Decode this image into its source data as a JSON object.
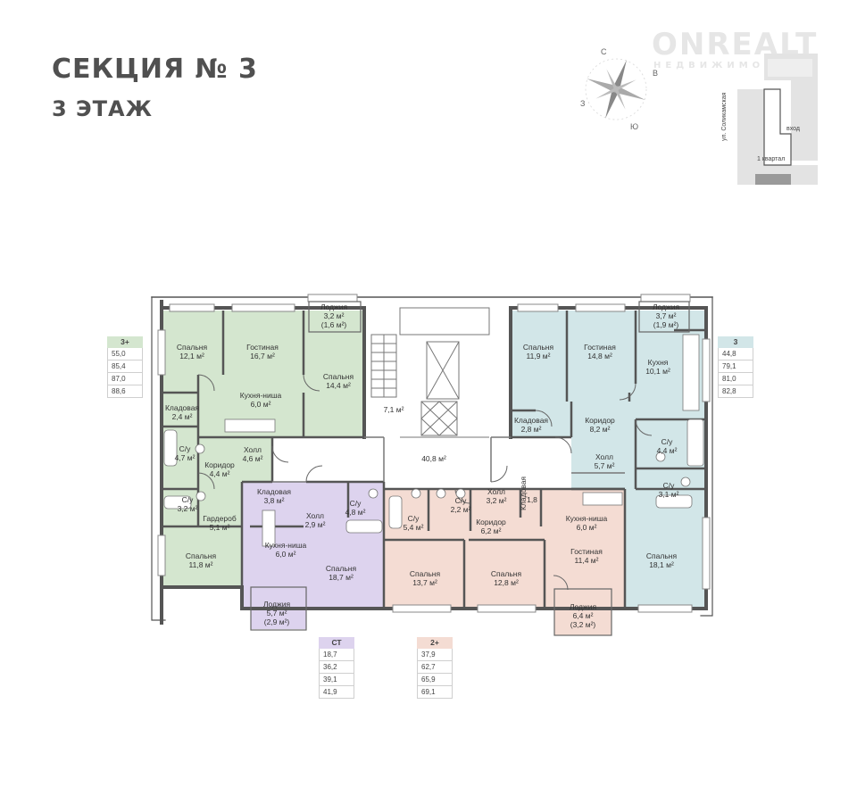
{
  "header": {
    "title": "СЕКЦИЯ № 3",
    "subtitle": "3 ЭТАЖ"
  },
  "watermark": {
    "main": "ONREALT",
    "sub": "НЕДВИЖИМОСТЬ"
  },
  "compass": {
    "north": "С",
    "east": "В",
    "south": "Ю",
    "west": "З"
  },
  "site_map": {
    "street": "ул. Соликамская",
    "entrance": "вход",
    "block": "1 квартал"
  },
  "rooms": [
    {
      "name": "Спальня",
      "area": "12,1 м²"
    },
    {
      "name": "Гостиная",
      "area": "16,7 м²"
    },
    {
      "name": "Лоджия",
      "area": "3,2 м²",
      "extra": "(1,6 м²)"
    },
    {
      "name": "Спальня",
      "area": "14,4 м²"
    },
    {
      "name": "Кухня-ниша",
      "area": "6,0 м²"
    },
    {
      "name": "Кладовая",
      "area": "2,4 м²"
    },
    {
      "name": "С/у",
      "area": "4,7 м²"
    },
    {
      "name": "Холл",
      "area": "4,6 м²"
    },
    {
      "name": "Коридор",
      "area": "4,4 м²"
    },
    {
      "name": "С/у",
      "area": "3,2 м²"
    },
    {
      "name": "Гардероб",
      "area": "5,1 м²"
    },
    {
      "name": "Спальня",
      "area": "11,8 м²"
    },
    {
      "name": "",
      "area": "7,1 м²"
    },
    {
      "name": "",
      "area": "40,8 м²"
    },
    {
      "name": "Кладовая",
      "area": "3,8 м²"
    },
    {
      "name": "С/у",
      "area": "4,8 м²"
    },
    {
      "name": "Холл",
      "area": "2,9 м²"
    },
    {
      "name": "Кухня-ниша",
      "area": "6,0 м²"
    },
    {
      "name": "Спальня",
      "area": "18,7 м²"
    },
    {
      "name": "Лоджия",
      "area": "5,7 м²",
      "extra": "(2,9 м²)"
    },
    {
      "name": "С/у",
      "area": "5,4 м²"
    },
    {
      "name": "С/у",
      "area": "2,2 м²"
    },
    {
      "name": "Холл",
      "area": "3,2 м²"
    },
    {
      "name": "Коридор",
      "area": "6,2 м²"
    },
    {
      "name": "Кладовая",
      "area": ""
    },
    {
      "name": "",
      "area": "1,8"
    },
    {
      "name": "Кухня-ниша",
      "area": "6,0 м²"
    },
    {
      "name": "Гостиная",
      "area": "11,4 м²"
    },
    {
      "name": "Спальня",
      "area": "13,7 м²"
    },
    {
      "name": "Спальня",
      "area": "12,8 м²"
    },
    {
      "name": "Лоджия",
      "area": "6,4 м²",
      "extra": "(3,2 м²)"
    },
    {
      "name": "Спальня",
      "area": "11,9 м²"
    },
    {
      "name": "Гостиная",
      "area": "14,8 м²"
    },
    {
      "name": "Лоджия",
      "area": "3,7 м²",
      "extra": "(1,9 м²)"
    },
    {
      "name": "Кухня",
      "area": "10,1 м²"
    },
    {
      "name": "Кладовая",
      "area": "2,8 м²"
    },
    {
      "name": "Коридор",
      "area": "8,2 м²"
    },
    {
      "name": "С/у",
      "area": "4,4 м²"
    },
    {
      "name": "Холл",
      "area": "5,7 м²"
    },
    {
      "name": "С/у",
      "area": "3,1 м²"
    },
    {
      "name": "Спальня",
      "area": "18,1 м²"
    }
  ],
  "legends": [
    {
      "header": "3+",
      "values": [
        "55,0",
        "85,4",
        "87,0",
        "88,6"
      ],
      "color": "#d4e6cf"
    },
    {
      "header": "СТ",
      "values": [
        "18,7",
        "36,2",
        "39,1",
        "41,9"
      ],
      "color": "#ddd3ee"
    },
    {
      "header": "2+",
      "values": [
        "37,9",
        "62,7",
        "65,9",
        "69,1"
      ],
      "color": "#f4dcd3"
    },
    {
      "header": "3",
      "values": [
        "44,8",
        "79,1",
        "81,0",
        "82,8"
      ],
      "color": "#d2e6e8"
    }
  ],
  "colors": {
    "green": "#d4e6cf",
    "violet": "#ddd3ee",
    "pink": "#f4dcd3",
    "blue": "#d2e6e8",
    "wall": "#555555"
  }
}
